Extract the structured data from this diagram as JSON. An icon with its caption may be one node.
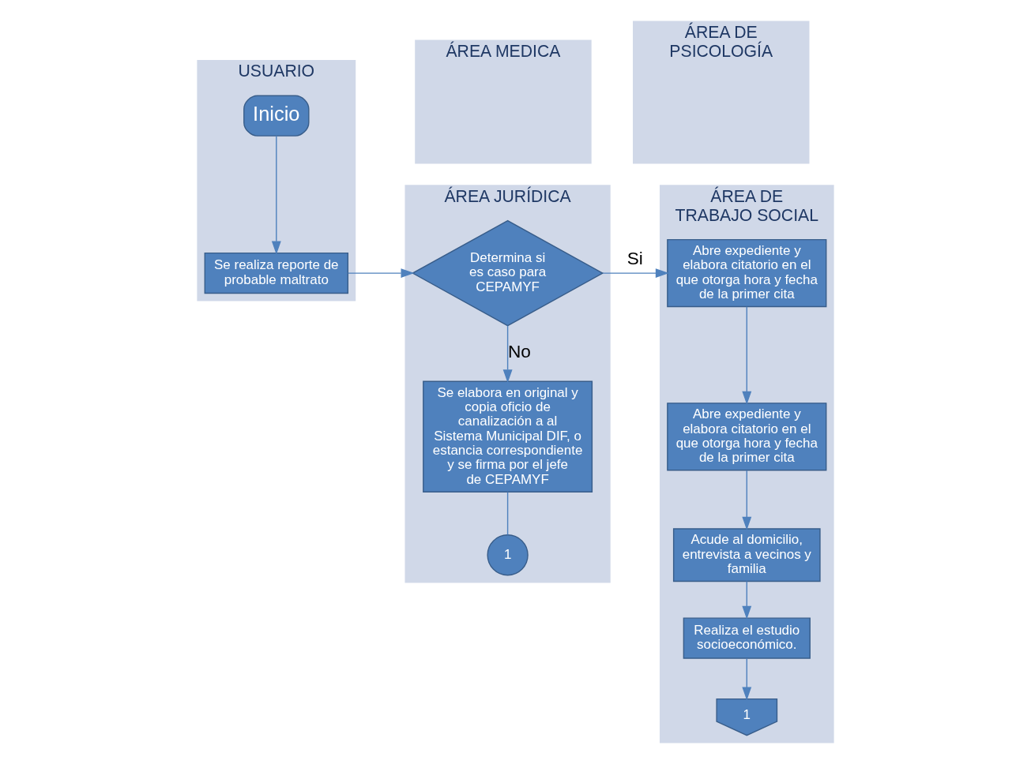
{
  "diagram": {
    "nodes": [
      {
        "text": [
          "USUARIO"
        ]
      },
      {
        "text": [
          "ÁREA JURÍDICA"
        ]
      },
      {
        "text": [
          "ÁREA DE TRABAJO SOCIAL"
        ]
      },
      {
        "text": [
          "ÁREA MEDICA"
        ]
      },
      {
        "text": [
          "ÁREA DE PSICOLOGÍA"
        ]
      },
      {
        "text": [
          "Inicio"
        ],
        "in": 0
      },
      {
        "text": [
          "Se realiza reporte de probable maltrato"
        ],
        "in": 0
      },
      {
        "text": [
          "Determina si es caso para CEPAMYF"
        ],
        "in": 1
      },
      {
        "text": [
          "Se elabora en original y copia oficio de canalización a al Sistema Municipal DIF, o estancia correspondiente y se firma por el jefe de CEPAMYF"
        ],
        "in": 1
      },
      {
        "text": [
          "1"
        ],
        "in": 1
      },
      {
        "text": [
          "Abre expediente y elabora citatorio en el que otorga hora y fecha de la primer cita"
        ],
        "in": 2
      },
      {
        "text": [
          "Abre expediente y elabora citatorio en el que otorga hora y fecha de la primer cita"
        ],
        "in": 2
      },
      {
        "text": [
          "Acude al domicilio, entrevista a vecinos y familia"
        ],
        "in": 2
      },
      {
        "text": [
          "Realiza el estudio socioeconómico."
        ],
        "in": 2
      },
      {
        "text": [
          "1"
        ],
        "in": 2
      }
    ],
    "edges": [
      {
        "from": 5,
        "to": 6,
        "arrow": "to"
      },
      {
        "from": 6,
        "to": 7,
        "arrow": "to"
      },
      {
        "from": 7,
        "to": 10,
        "arrow": "to",
        "label": "Si"
      },
      {
        "from": 7,
        "to": 8,
        "arrow": "to",
        "label": "No"
      },
      {
        "from": 8,
        "to": 9,
        "arrow": "none"
      },
      {
        "from": 10,
        "to": 11,
        "arrow": "to"
      },
      {
        "from": 11,
        "to": 12,
        "arrow": "to"
      },
      {
        "from": 12,
        "to": 13,
        "arrow": "to"
      },
      {
        "from": 13,
        "to": 14,
        "arrow": "to"
      }
    ]
  }
}
